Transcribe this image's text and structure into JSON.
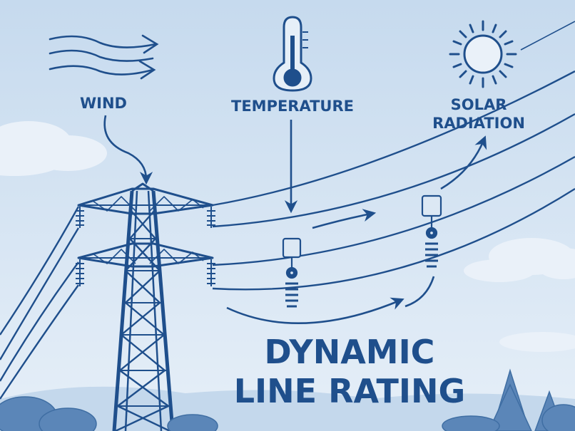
{
  "labels": {
    "wind": "WIND",
    "temperature": "TEMPERATURE",
    "solar_line1": "SOLAR",
    "solar_line2": "RADIATION"
  },
  "title": {
    "line1": "DYNAMIC",
    "line2": "LINE RATING"
  },
  "icons": [
    "wind-icon",
    "thermometer-icon",
    "sun-icon"
  ],
  "colors": {
    "primary": "#1f4f8c",
    "sky_top": "#c9dcee",
    "sky_bottom": "#e4eef7",
    "cloud": "#eef4fa",
    "tree": "#5b86b8"
  }
}
